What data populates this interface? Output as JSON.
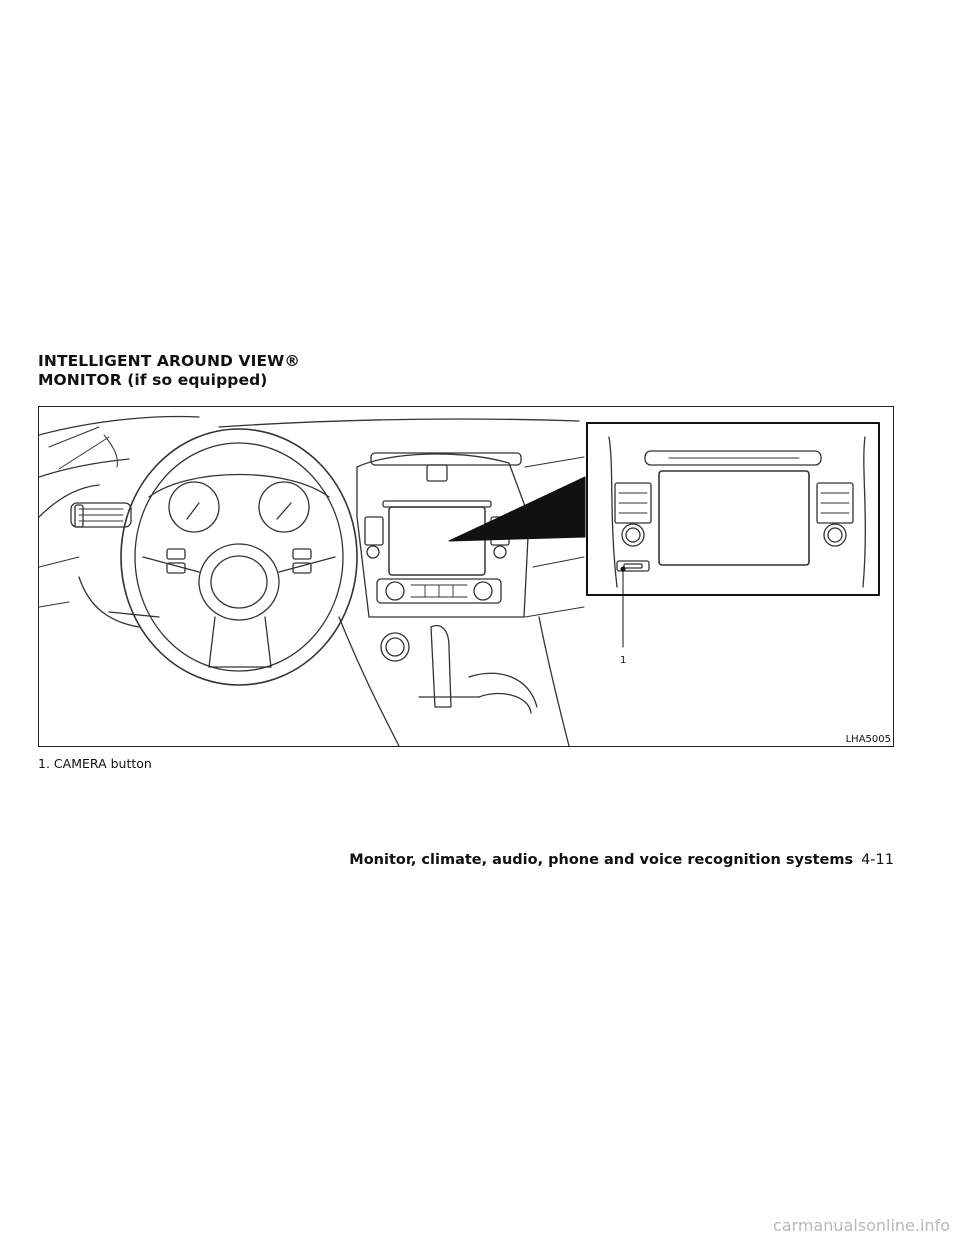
{
  "section": {
    "title_line1": "INTELLIGENT AROUND VIEW®",
    "title_line2": "MONITOR (if so equipped)"
  },
  "figure": {
    "code": "LHA5005",
    "callout_number": "1"
  },
  "caption": {
    "number": "1.",
    "text": "CAMERA button"
  },
  "footer": {
    "chapter": "Monitor, climate, audio, phone and voice recognition systems",
    "page": "4-11"
  },
  "watermark": "carmanualsonline.info"
}
